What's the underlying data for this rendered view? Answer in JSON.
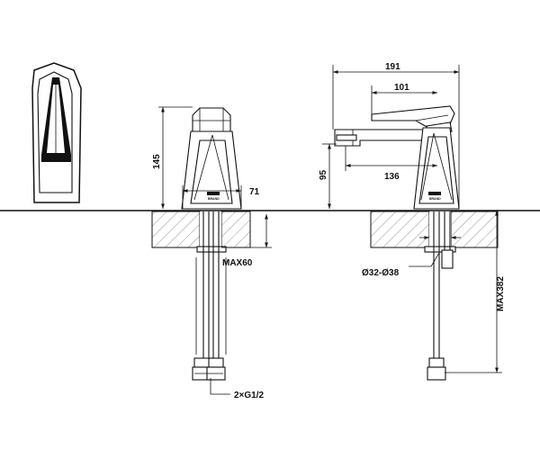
{
  "dimensions": {
    "front_height": "145",
    "front_base_width": "71",
    "max_counter_thickness": "MAX60",
    "hoses": "2×G1/2",
    "total_depth": "191",
    "handle_depth": "101",
    "spout_height": "95",
    "spout_reach": "136",
    "hole_diameter": "Ø32-Ø38",
    "max_hose_length": "MAX382"
  },
  "logo_text": "BRAND"
}
